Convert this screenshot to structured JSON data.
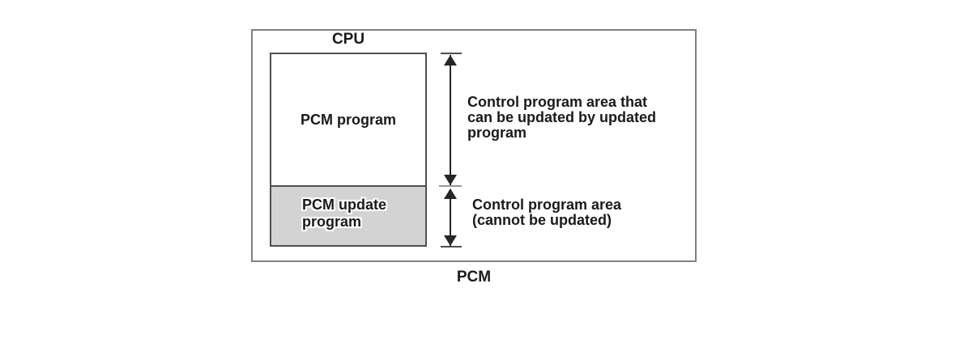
{
  "colors": {
    "outer_border": "#808080",
    "inner_border": "#4f4f4f",
    "update_segment_fill": "#d3d3d3",
    "arrow": "#262626",
    "text": "#1a1a1a"
  },
  "diagram": {
    "cpu_label": "CPU",
    "pcm_label": "PCM",
    "memory_box": {
      "segments": [
        {
          "name": "pcm-program",
          "label": "PCM program",
          "fill": "#ffffff"
        },
        {
          "name": "pcm-update-program",
          "label": "PCM update program",
          "lines": [
            "PCM update",
            "program"
          ],
          "fill": "#d3d3d3"
        }
      ]
    },
    "annotations": [
      {
        "target": "updatable-area",
        "lines": [
          "Control program area that",
          "can be updated by updated",
          "program"
        ]
      },
      {
        "target": "fixed-area",
        "lines": [
          "Control program area",
          "(cannot be updated)"
        ]
      }
    ]
  }
}
